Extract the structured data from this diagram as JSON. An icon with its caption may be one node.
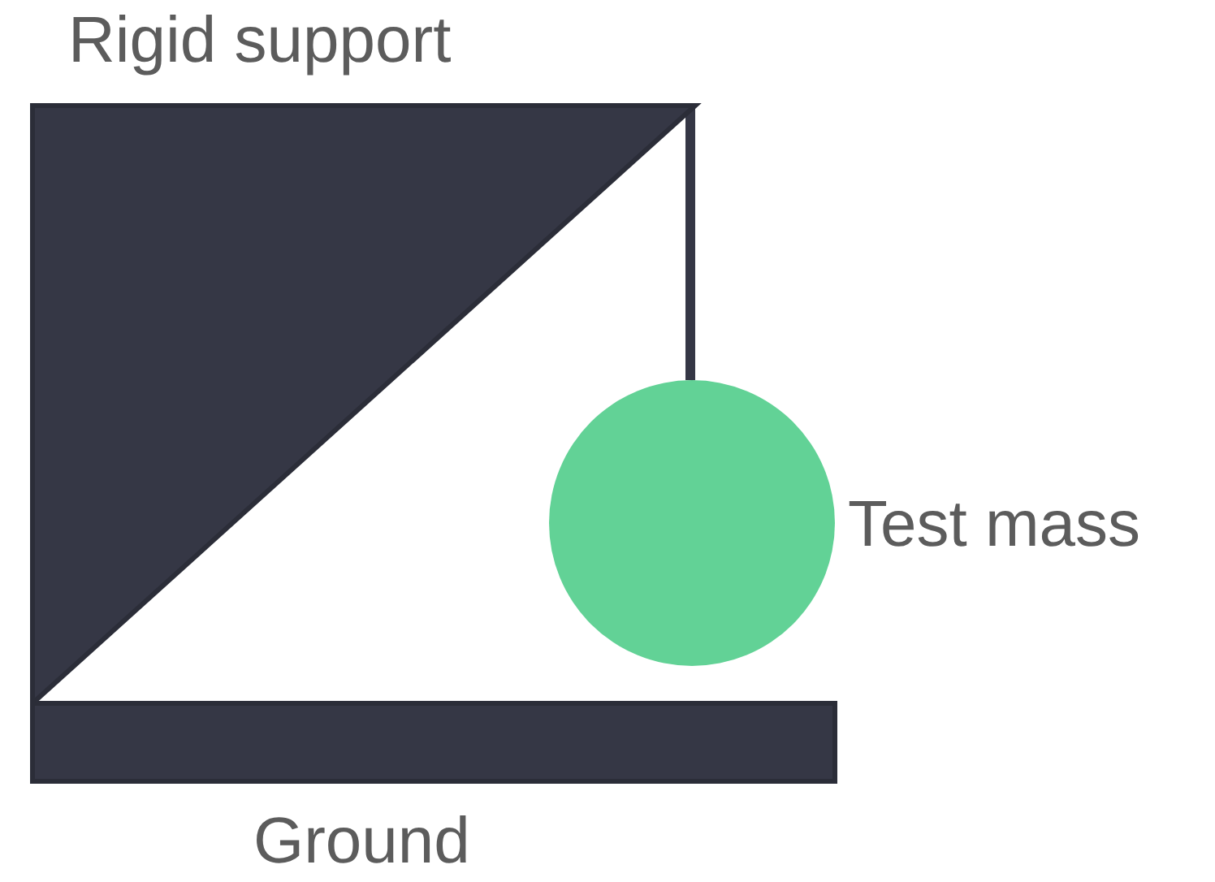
{
  "diagram": {
    "nodes": [
      {
        "text": [
          "Rigid support"
        ]
      },
      {
        "text": [
          "Test mass"
        ]
      },
      {
        "text": [
          "Ground"
        ]
      }
    ],
    "edges": [
      {
        "from": 0,
        "to": 1,
        "arrow": "none"
      }
    ]
  }
}
